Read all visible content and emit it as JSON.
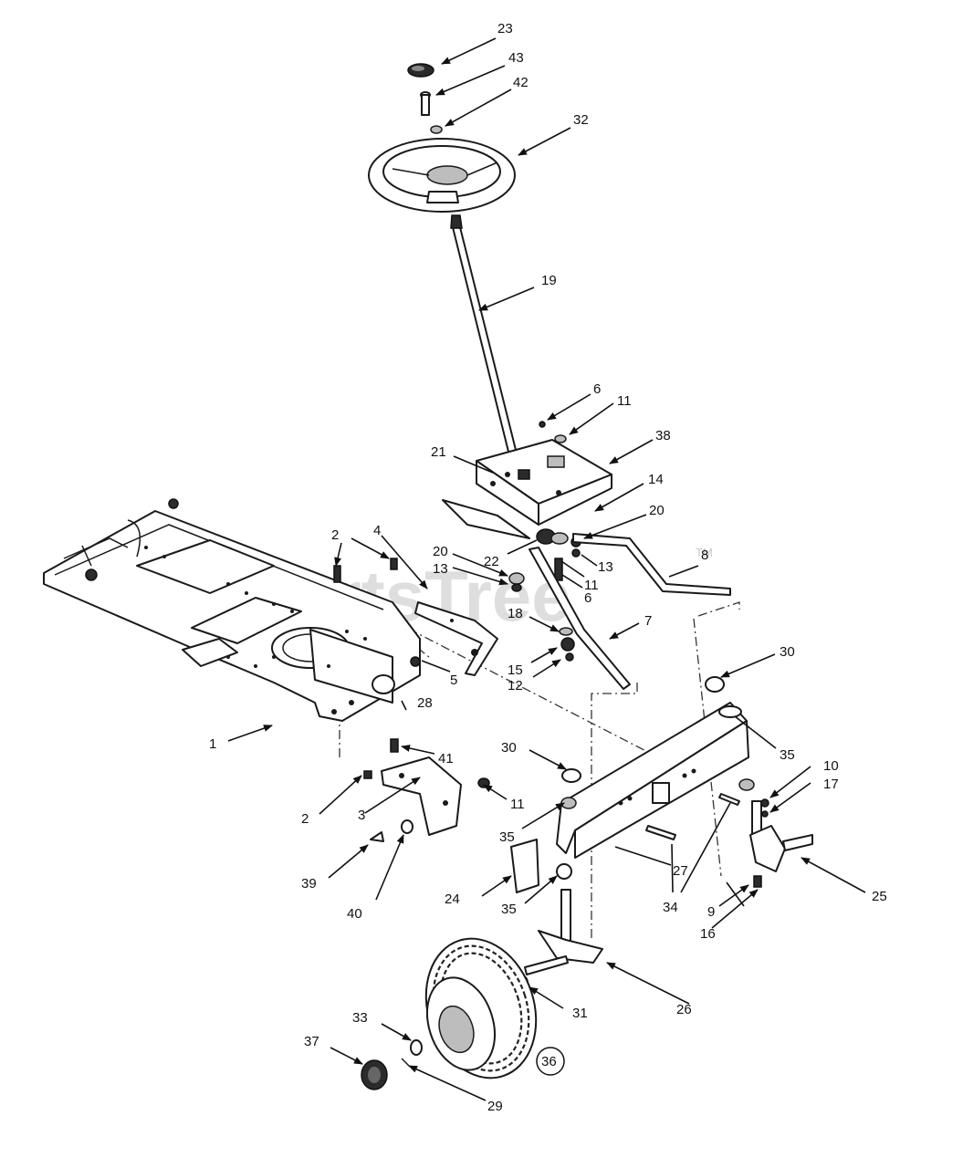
{
  "watermark": {
    "text": "PartsTree",
    "trademark": "TM"
  },
  "callouts": [
    {
      "id": "c23",
      "label": "23"
    },
    {
      "id": "c43",
      "label": "43"
    },
    {
      "id": "c42",
      "label": "42"
    },
    {
      "id": "c32",
      "label": "32"
    },
    {
      "id": "c19",
      "label": "19"
    },
    {
      "id": "c6a",
      "label": "6"
    },
    {
      "id": "c11a",
      "label": "11"
    },
    {
      "id": "c38",
      "label": "38"
    },
    {
      "id": "c21",
      "label": "21"
    },
    {
      "id": "c14",
      "label": "14"
    },
    {
      "id": "c20a",
      "label": "20"
    },
    {
      "id": "c22",
      "label": "22"
    },
    {
      "id": "c13a",
      "label": "13"
    },
    {
      "id": "c11b",
      "label": "11"
    },
    {
      "id": "c6b",
      "label": "6"
    },
    {
      "id": "c8",
      "label": "8"
    },
    {
      "id": "c20b",
      "label": "20"
    },
    {
      "id": "c13b",
      "label": "13"
    },
    {
      "id": "c18",
      "label": "18"
    },
    {
      "id": "c7",
      "label": "7"
    },
    {
      "id": "c15",
      "label": "15"
    },
    {
      "id": "c12",
      "label": "12"
    },
    {
      "id": "c2a",
      "label": "2"
    },
    {
      "id": "c4",
      "label": "4"
    },
    {
      "id": "c5",
      "label": "5"
    },
    {
      "id": "c28",
      "label": "28"
    },
    {
      "id": "c1",
      "label": "1"
    },
    {
      "id": "c41",
      "label": "41"
    },
    {
      "id": "c2b",
      "label": "2"
    },
    {
      "id": "c3",
      "label": "3"
    },
    {
      "id": "c11c",
      "label": "11"
    },
    {
      "id": "c39",
      "label": "39"
    },
    {
      "id": "c40",
      "label": "40"
    },
    {
      "id": "c30a",
      "label": "30"
    },
    {
      "id": "c35a",
      "label": "35"
    },
    {
      "id": "c10",
      "label": "10"
    },
    {
      "id": "c17",
      "label": "17"
    },
    {
      "id": "c30b",
      "label": "30"
    },
    {
      "id": "c35b",
      "label": "35"
    },
    {
      "id": "c27",
      "label": "27"
    },
    {
      "id": "c24",
      "label": "24"
    },
    {
      "id": "c35c",
      "label": "35"
    },
    {
      "id": "c34",
      "label": "34"
    },
    {
      "id": "c9",
      "label": "9"
    },
    {
      "id": "c16",
      "label": "16"
    },
    {
      "id": "c25",
      "label": "25"
    },
    {
      "id": "c26",
      "label": "26"
    },
    {
      "id": "c31",
      "label": "31"
    },
    {
      "id": "c33",
      "label": "33"
    },
    {
      "id": "c37",
      "label": "37"
    },
    {
      "id": "c29",
      "label": "29"
    },
    {
      "id": "c36",
      "label": "36"
    }
  ]
}
